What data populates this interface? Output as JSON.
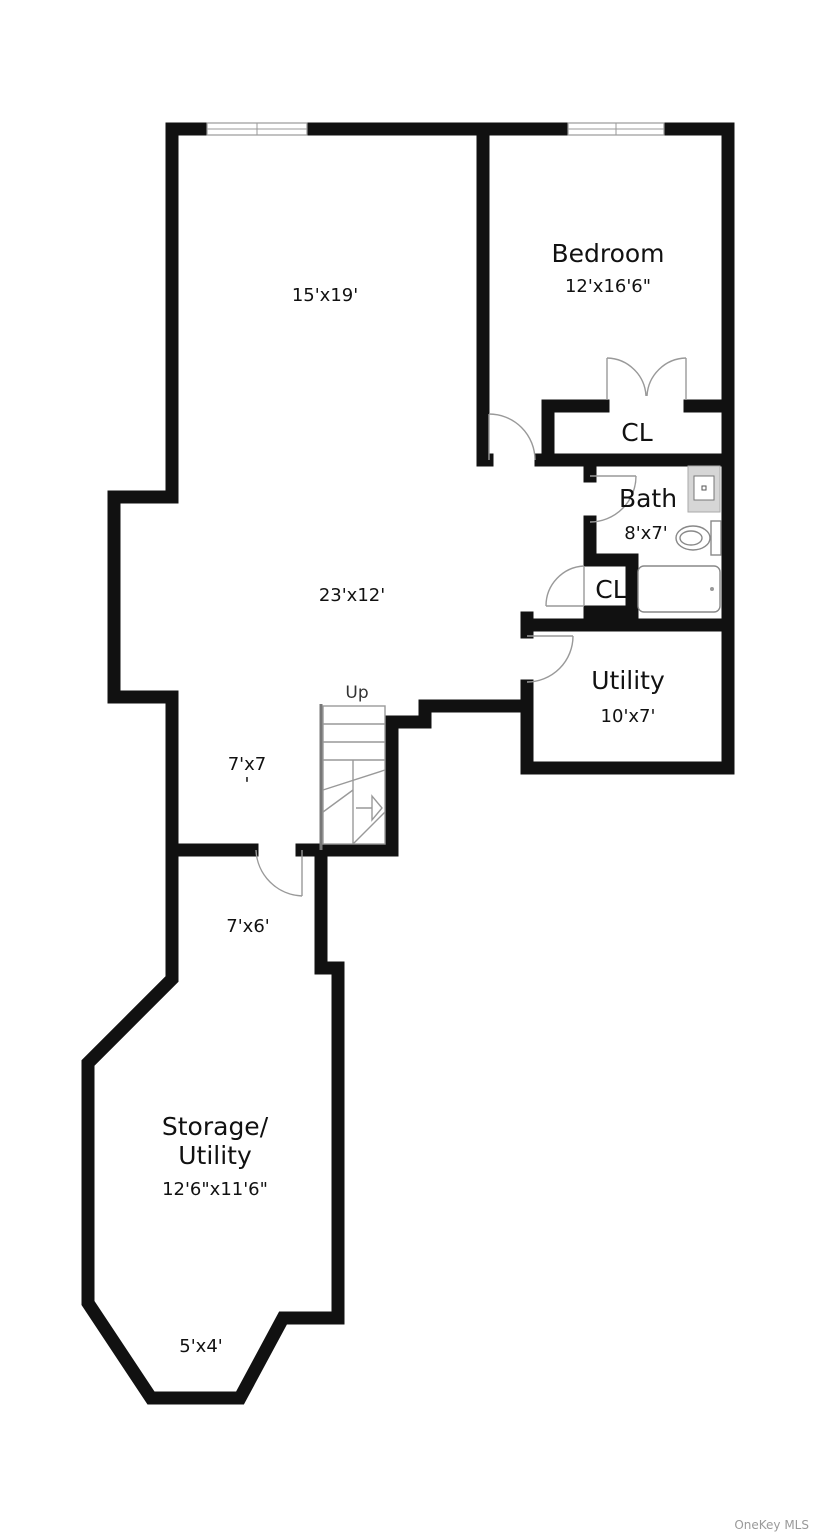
{
  "rooms": {
    "room_top_left": {
      "dims": "15'x19'"
    },
    "bedroom": {
      "name": "Bedroom",
      "dims": "12'x16'6\""
    },
    "closet_bedroom": {
      "name": "CL"
    },
    "bath": {
      "name": "Bath",
      "dims": "8'x7'"
    },
    "closet_hall": {
      "name": "CL"
    },
    "main_room": {
      "dims": "23'x12'"
    },
    "utility": {
      "name": "Utility",
      "dims": "10'x7'"
    },
    "hall_a": {
      "dims": "7'x7",
      "dims_tail": "'"
    },
    "hall_b": {
      "dims": "7'x6'"
    },
    "storage": {
      "name_line1": "Storage/",
      "name_line2": "Utility",
      "dims": "12'6\"x11'6\""
    },
    "bay": {
      "dims": "5'x4'"
    }
  },
  "stairs": {
    "label": "Up"
  },
  "watermark": "OneKey MLS"
}
